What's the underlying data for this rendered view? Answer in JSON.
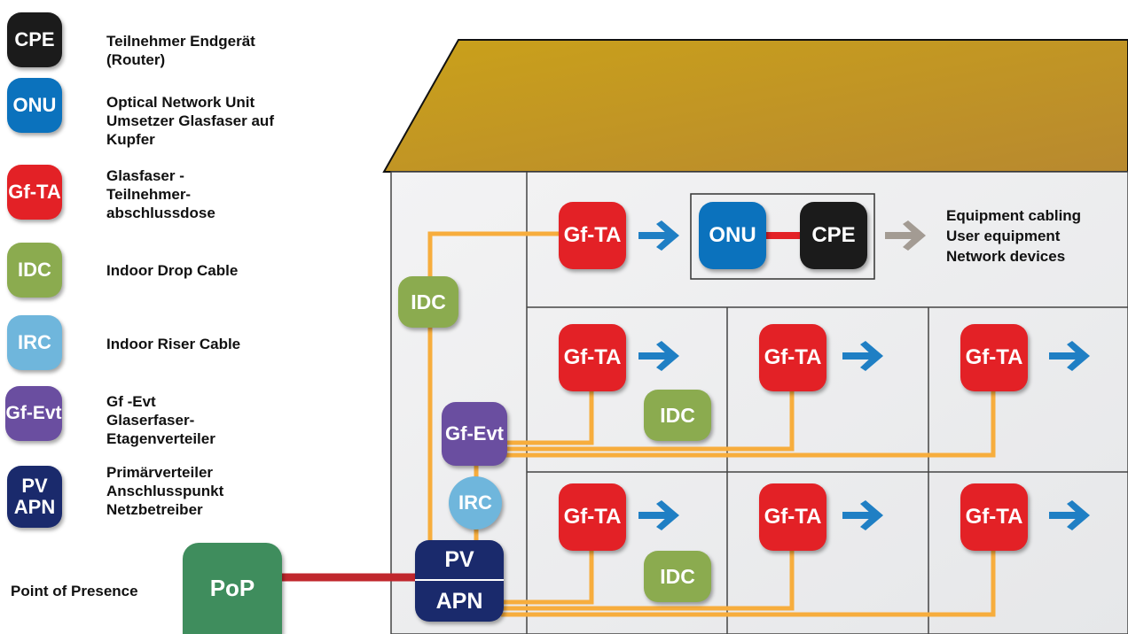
{
  "colors": {
    "cpe": "#1b1b1b",
    "onu": "#0b72bd",
    "gfta": "#e32126",
    "idc": "#8bab4f",
    "irc": "#6fb6dc",
    "gfevt": "#6a4ea0",
    "pvapn": "#1a2a6c",
    "pop": "#3f8d5d",
    "fiber": "#f7ad3d",
    "link": "#c0272d",
    "arrow": "#1f7fc4",
    "arrow_grey": "#a39b93",
    "roof": "#c69a26",
    "wall": "#f1f1f2"
  },
  "legend": [
    {
      "key": "cpe",
      "label": "CPE",
      "text": "Teilnehmer Endgerät\n(Router)"
    },
    {
      "key": "onu",
      "label": "ONU",
      "text": "Optical Network Unit\nUmsetzer Glasfaser auf\nKupfer"
    },
    {
      "key": "gfta",
      "label": "Gf-TA",
      "text": "Glasfaser -\nTeilnehmer-\nabschlussdose"
    },
    {
      "key": "idc",
      "label": "IDC",
      "text": "Indoor Drop Cable"
    },
    {
      "key": "irc",
      "label": "IRC",
      "text": "Indoor Riser Cable"
    },
    {
      "key": "gfevt",
      "label": "Gf-Evt",
      "text": "Gf -Evt\nGlaserfaser-\nEtagenverteiler"
    },
    {
      "key": "pvapn",
      "label": "PV\nAPN",
      "text": "Primärverteiler\nAnschlusspunkt\nNetzbetreiber"
    }
  ],
  "pop": {
    "label": "PoP",
    "caption": "Point of Presence"
  },
  "house": {
    "idc_label": "IDC",
    "irc_label": "IRC",
    "gfevt_label": "Gf-Evt",
    "pv_top": "PV",
    "pv_bottom": "APN",
    "gfta_label": "Gf-TA",
    "onu_label": "ONU",
    "cpe_label": "CPE",
    "network_lines": [
      "Equipment cabling",
      "User equipment",
      "Network devices"
    ]
  }
}
